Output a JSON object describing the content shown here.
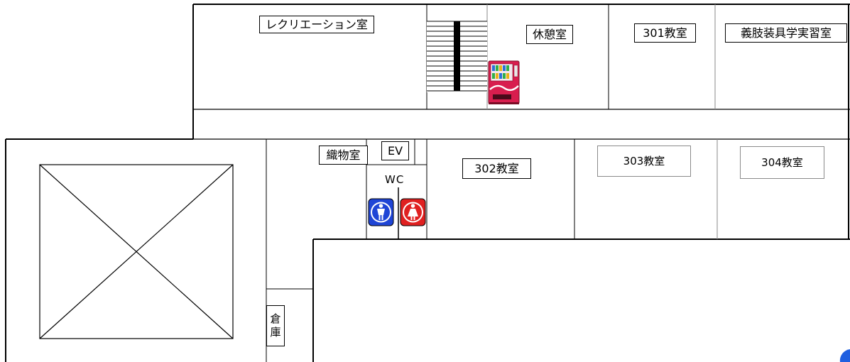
{
  "floor_plan": {
    "rooms": {
      "recreation": "レクリエーション室",
      "lounge": "休憩室",
      "classroom_301": "301教室",
      "prosthetics_lab": "義肢装具学実習室",
      "weaving": "織物室",
      "elevator": "EV",
      "classroom_302": "302教室",
      "classroom_303": "303教室",
      "classroom_304": "304教室",
      "restroom": "WC",
      "storage_line1": "倉",
      "storage_line2": "庫"
    },
    "icons": {
      "vending_machine": "vending-machine-icon",
      "stairs": "stairs-icon",
      "restroom_male": "male-restroom-icon",
      "restroom_female": "female-restroom-icon",
      "void": "void-area-cross"
    },
    "colors": {
      "wall": "#000000",
      "partition": "#7f7f7f",
      "male_sign": "#1f45d6",
      "female_sign": "#e02020",
      "vending_body": "#d81e4e",
      "accent": "#1f5fe0"
    }
  }
}
